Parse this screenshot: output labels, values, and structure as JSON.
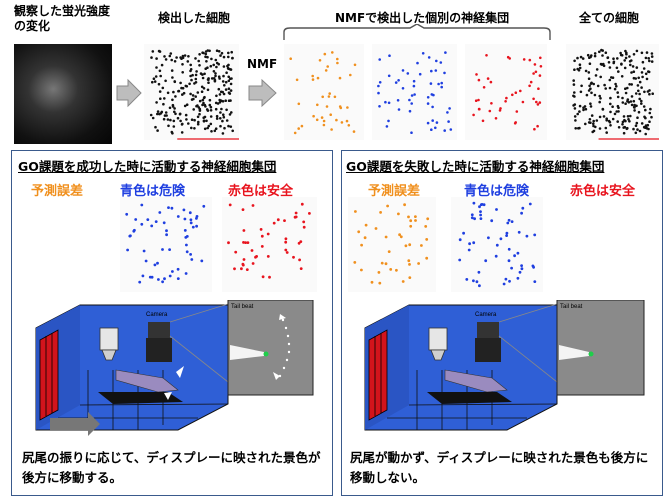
{
  "top": {
    "col1_title": "観察した蛍光強度\nの変化",
    "col2_title": "検出した細胞",
    "nmf_label": "NMF",
    "col3_title": "NMFで検出した個別の神経集団",
    "col4_title": "全ての細胞"
  },
  "left_panel": {
    "title": "GO課題を成功した時に活動する神経細胞集団",
    "label_orange": "予測誤差",
    "label_blue": "青色は危険",
    "label_red": "赤色は安全",
    "camera_label": "Camera",
    "tail_label": "Tail beat",
    "caption": "尻尾の振りに応じて、ディスプレーに映された景色が後方に移動する。"
  },
  "right_panel": {
    "title": "GO課題を失敗した時に活動する神経細胞集団",
    "label_orange": "予測誤差",
    "label_blue": "青色は危険",
    "label_red": "赤色は安全",
    "camera_label": "Camera",
    "tail_label": "Tail beat",
    "caption": "尻尾が動かず、ディスプレーに映された景色も後方に移動しない。"
  },
  "colors": {
    "orange": "#f0901e",
    "blue": "#1f3fe0",
    "red": "#e8141e",
    "panel_border": "#3a5a8c",
    "tank_blue": "#2f5fd6"
  }
}
